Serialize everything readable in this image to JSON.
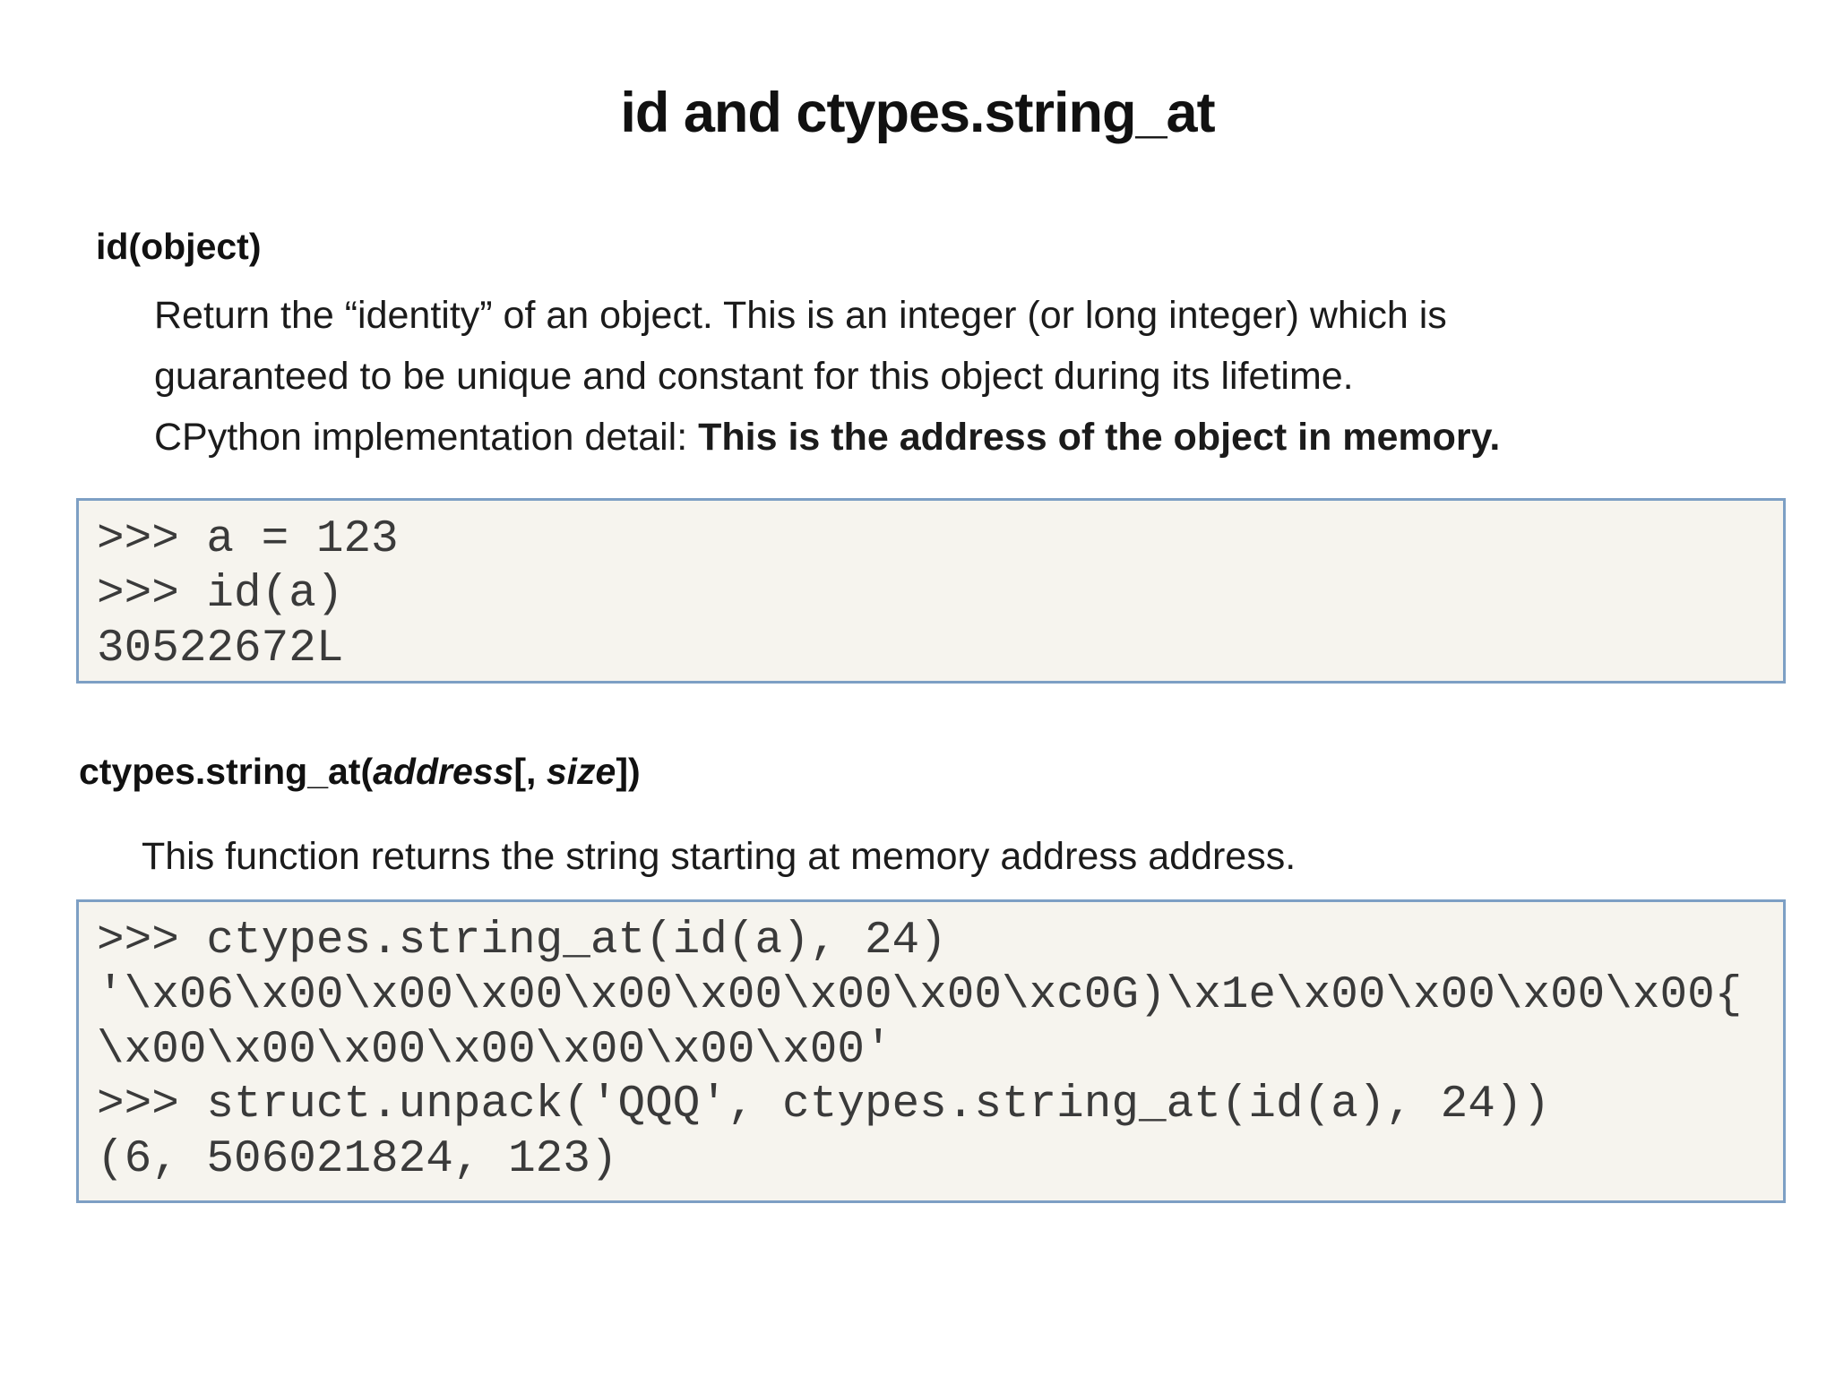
{
  "slide": {
    "title": "id and ctypes.string_at",
    "section_id": {
      "heading": "id(object)",
      "body_line1": "Return the “identity” of an object. This is an integer (or long integer) which is",
      "body_line2": "guaranteed to be unique and constant for this object during its lifetime.",
      "body_line3_prefix": "CPython implementation detail: ",
      "body_line3_bold": "This is the address of the object in memory."
    },
    "code_block_1": {
      "lines": [
        ">>> a = 123",
        ">>> id(a)",
        "30522672L"
      ]
    },
    "section_ctypes": {
      "heading_prefix": "ctypes.string_at(",
      "heading_arg1": "address",
      "heading_mid": "[, ",
      "heading_arg2": "size",
      "heading_suffix": "])",
      "body": "This function returns the string starting at memory address address."
    },
    "code_block_2": {
      "lines": [
        ">>> ctypes.string_at(id(a), 24)",
        "'\\x06\\x00\\x00\\x00\\x00\\x00\\x00\\x00\\xc0G)\\x1e\\x00\\x00\\x00\\x00{",
        "\\x00\\x00\\x00\\x00\\x00\\x00\\x00'",
        ">>> struct.unpack('QQQ', ctypes.string_at(id(a), 24))",
        "(6, 506021824, 123)"
      ]
    },
    "colors": {
      "code_background": "#f6f4ee",
      "code_border": "#7d9fc4",
      "code_text": "#3a3a3a",
      "body_text": "#1b1b1b"
    }
  }
}
